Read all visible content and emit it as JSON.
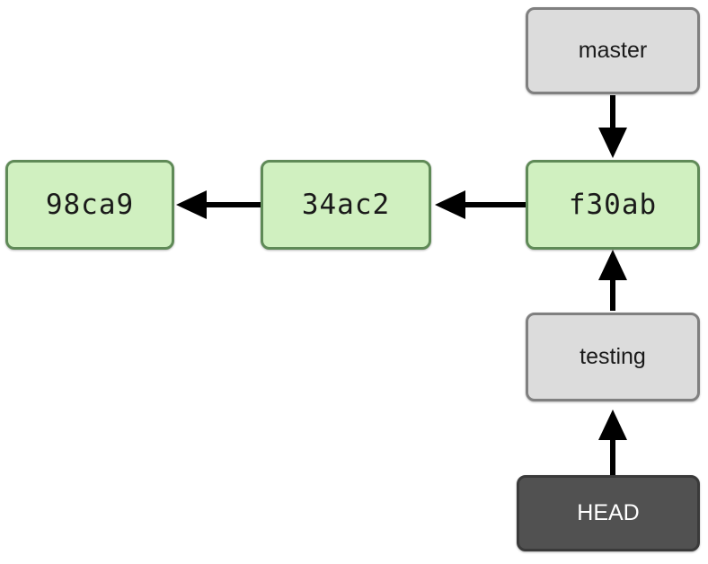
{
  "diagram": {
    "title": "git-branch-head-diagram",
    "background_color": "#ffffff",
    "commit_fill": "#d0f0c0",
    "commit_border": "#5f8a57",
    "branch_fill": "#dcdcdc",
    "branch_border": "#808080",
    "head_fill": "#515151",
    "head_border": "#3a3a3a",
    "head_text_color": "#ffffff",
    "arrow_color": "#000000"
  },
  "commits": [
    {
      "id": "98ca9",
      "label": "98ca9"
    },
    {
      "id": "34ac2",
      "label": "34ac2"
    },
    {
      "id": "f30ab",
      "label": "f30ab"
    }
  ],
  "branches": [
    {
      "id": "master",
      "label": "master"
    },
    {
      "id": "testing",
      "label": "testing"
    }
  ],
  "pointer": {
    "id": "head",
    "label": "HEAD"
  },
  "edges": [
    {
      "from": "34ac2",
      "to": "98ca9",
      "direction": "left"
    },
    {
      "from": "f30ab",
      "to": "34ac2",
      "direction": "left"
    },
    {
      "from": "master",
      "to": "f30ab",
      "direction": "down"
    },
    {
      "from": "testing",
      "to": "f30ab",
      "direction": "up"
    },
    {
      "from": "head",
      "to": "testing",
      "direction": "up"
    }
  ]
}
